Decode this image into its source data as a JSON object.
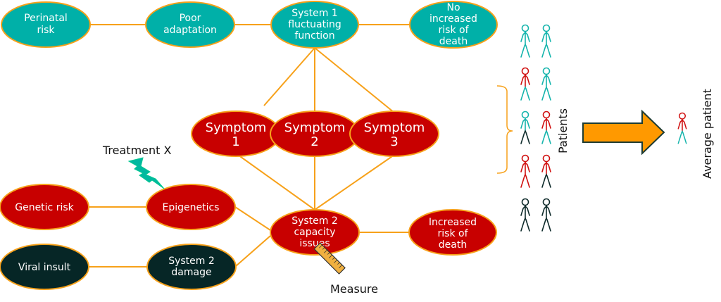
{
  "colors": {
    "teal": "#00b0a8",
    "red": "#c80000",
    "dark": "#062626",
    "orange_line": "#f7a11a",
    "arrow_fill": "#ff9900",
    "arrow_stroke": "#1d3b33",
    "bolt": "#00b8a0",
    "ruler": "#f0b040"
  },
  "nodes": {
    "perinatal_risk": [
      "Perinatal",
      "risk"
    ],
    "poor_adaptation": [
      "Poor",
      "adaptation"
    ],
    "system1": [
      "System 1",
      "fluctuating",
      "function"
    ],
    "no_increased_risk": [
      "No",
      "increased",
      "risk of",
      "death"
    ],
    "symptom1": [
      "Symptom",
      "1"
    ],
    "symptom2": [
      "Symptom",
      "2"
    ],
    "symptom3": [
      "Symptom",
      "3"
    ],
    "genetic_risk": [
      "Genetic risk"
    ],
    "epigenetics": [
      "Epigenetics"
    ],
    "system2": [
      "System 2",
      "capacity",
      "issues"
    ],
    "increased_risk": [
      "Increased",
      "risk of",
      "death"
    ],
    "viral_insult": [
      "Viral insult"
    ],
    "system2_damage": [
      "System 2",
      "damage"
    ]
  },
  "labels": {
    "treatment": "Treatment X",
    "measure": "Measure",
    "patients": "Patients",
    "average_patient": "Average patient"
  },
  "patients": [
    [
      "teal",
      "teal"
    ],
    [
      "red-teal",
      "teal"
    ],
    [
      "teal-dark",
      "red-teal"
    ],
    [
      "red",
      "red-dark"
    ],
    [
      "dark",
      "dark"
    ]
  ]
}
